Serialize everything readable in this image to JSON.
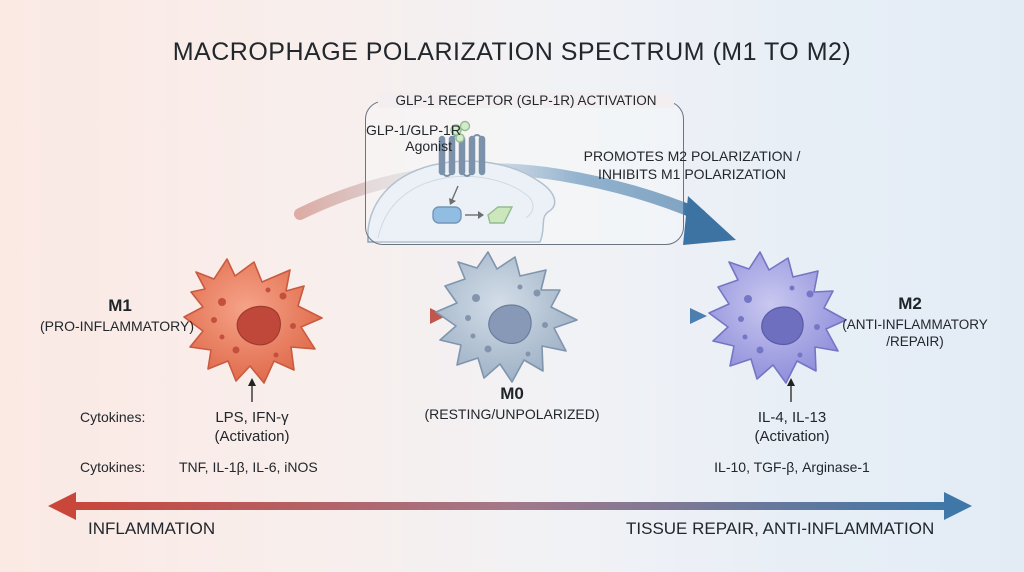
{
  "title": "MACROPHAGE POLARIZATION SPECTRUM (M1 TO M2)",
  "glp_box": {
    "title": "GLP-1 RECEPTOR (GLP-1R) ACTIVATION",
    "agonist_line1": "GLP-1/GLP-1R",
    "agonist_line2": "Agonist"
  },
  "promotes": {
    "line1": "PROMOTES M2 POLARIZATION /",
    "line2": "INHIBITS M1 POLARIZATION"
  },
  "m1": {
    "name": "M1",
    "subtitle": "(PRO-INFLAMMATORY)",
    "color": "#e8785a",
    "activation_line1": "LPS, IFN-γ",
    "activation_line2": "(Activation)",
    "cytokines_label": "Cytokines:",
    "cytokines": "TNF, IL-1β, IL-6, iNOS"
  },
  "m0": {
    "name": "M0",
    "subtitle": "(RESTING/UNPOLARIZED)",
    "color": "#a9bccf"
  },
  "m2": {
    "name": "M2",
    "subtitle_line1": "(ANTI-INFLAMMATORY",
    "subtitle_line2": "/REPAIR)",
    "color": "#9c9fde",
    "activation_line1": "IL-4, IL-13",
    "activation_line2": "(Activation)",
    "cytokines": "IL-10, TGF-β, Arginase-1"
  },
  "cytokines_label_top": "Cytokines:",
  "axis": {
    "left_label": "INFLAMMATION",
    "right_label": "TISSUE REPAIR, ANTI-INFLAMMATION",
    "left_color": "#c9463a",
    "right_color": "#3f78a8"
  }
}
